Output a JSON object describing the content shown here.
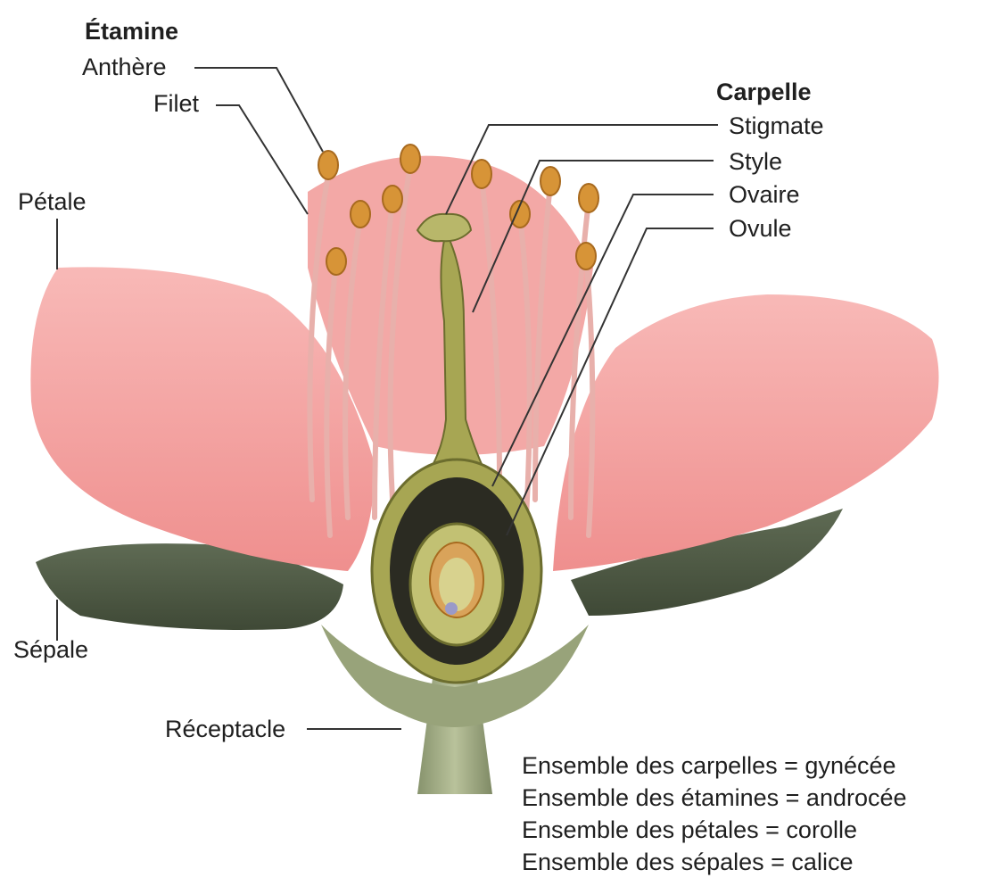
{
  "groups": {
    "stamen": {
      "title": "Étamine",
      "parts": {
        "anther": "Anthère",
        "filament": "Filet"
      }
    },
    "carpel": {
      "title": "Carpelle",
      "parts": {
        "stigma": "Stigmate",
        "style": "Style",
        "ovary": "Ovaire",
        "ovule": "Ovule"
      }
    }
  },
  "labels": {
    "petal": "Pétale",
    "sepal": "Sépale",
    "receptacle": "Réceptacle"
  },
  "legend": [
    "Ensemble des carpelles = gynécée",
    "Ensemble des étamines = androcée",
    "Ensemble des pétales = corolle",
    "Ensemble des sépales = calice"
  ],
  "colors": {
    "petal": "#f4a3a1",
    "sepal": "#4e5a44",
    "carpel": "#a7a653",
    "anther": "#d79437",
    "leader": "#333333"
  }
}
